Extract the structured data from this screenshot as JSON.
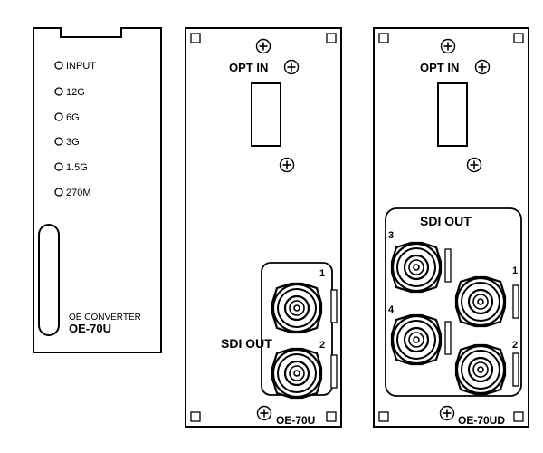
{
  "front_panel": {
    "leds": [
      "INPUT",
      "12G",
      "6G",
      "3G",
      "1.5G",
      "270M"
    ],
    "caption_top": "OE CONVERTER",
    "model": "OE-70U"
  },
  "rear_panel_single": {
    "opt_in_label": "OPT IN",
    "sdi_out_label": "SDI OUT",
    "port_numbers": [
      "1",
      "2"
    ],
    "model": "OE-70U"
  },
  "rear_panel_dual": {
    "opt_in_label": "OPT IN",
    "sdi_out_label": "SDI OUT",
    "port_numbers": [
      "3",
      "1",
      "4",
      "2"
    ],
    "model": "OE-70UD"
  }
}
